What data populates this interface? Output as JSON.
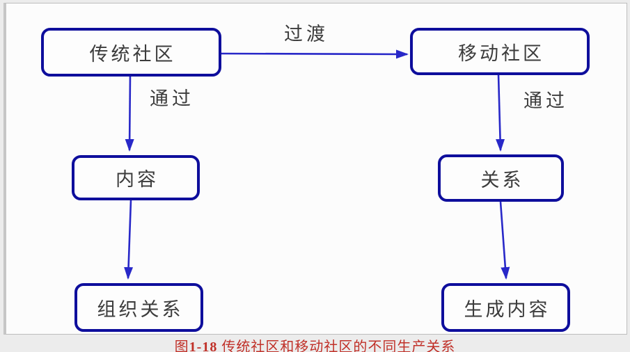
{
  "figure": {
    "caption": {
      "fig_label": "图",
      "fig_number": "1-18",
      "title": "传统社区和移动社区的不同生产关系"
    }
  },
  "diagram": {
    "nodes": [
      {
        "id": "traditional-community",
        "label": "传统社区"
      },
      {
        "id": "mobile-community",
        "label": "移动社区"
      },
      {
        "id": "content",
        "label": "内容"
      },
      {
        "id": "organizational-relation",
        "label": "组织关系"
      },
      {
        "id": "relation",
        "label": "关系"
      },
      {
        "id": "generated-content",
        "label": "生成内容"
      }
    ],
    "edges": [
      {
        "from": "传统社区",
        "to": "移动社区",
        "label": "过渡",
        "direction": "right"
      },
      {
        "from": "传统社区",
        "to": "内容",
        "label": "通过",
        "direction": "down"
      },
      {
        "from": "内容",
        "to": "组织关系",
        "label": "",
        "direction": "down"
      },
      {
        "from": "移动社区",
        "to": "关系",
        "label": "通过",
        "direction": "down"
      },
      {
        "from": "关系",
        "to": "生成内容",
        "label": "",
        "direction": "down"
      }
    ],
    "colors": {
      "node_border": "#0e0e9c",
      "arrow": "#2828c8",
      "node_text": "#3c3c3c",
      "caption_red": "#c03028"
    }
  }
}
